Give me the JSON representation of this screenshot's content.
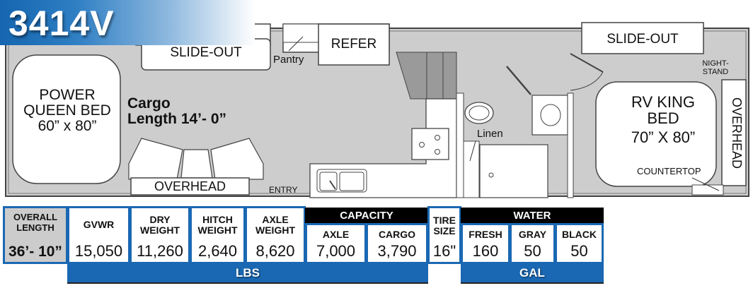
{
  "model": "3414V",
  "floorplan": {
    "front_bed": {
      "line1": "POWER",
      "line2": "QUEEN BED",
      "size": "60” x 80”"
    },
    "cargo": {
      "line1": "Cargo",
      "line2": "Length 14’- 0”"
    },
    "slide_out_left": "SLIDE-OUT",
    "slide_out_right": "SLIDE-OUT",
    "pantry": "Pantry",
    "refer": "REFER",
    "overhead_left": "OVERHEAD",
    "entry": "ENTRY",
    "linen": "Linen",
    "nightstand": {
      "line1": "NIGHT-",
      "line2": "STAND"
    },
    "rear_bed": {
      "line1": "RV KING",
      "line2": "BED",
      "size": "70” X 80”"
    },
    "overhead_right": "OVERHEAD",
    "countertop": "COUNTERTOP"
  },
  "specs": {
    "overall_length": {
      "label1": "OVERALL",
      "label2": "LENGTH",
      "value": "36’- 10”"
    },
    "gvwr": {
      "label": "GVWR",
      "value": "15,050"
    },
    "dry_weight": {
      "label1": "DRY",
      "label2": "WEIGHT",
      "value": "11,260"
    },
    "hitch_weight": {
      "label1": "HITCH",
      "label2": "WEIGHT",
      "value": "2,640"
    },
    "axle_weight": {
      "label1": "AXLE",
      "label2": "WEIGHT",
      "value": "8,620"
    },
    "capacity": {
      "header": "CAPACITY",
      "axle": {
        "label": "AXLE",
        "value": "7,000"
      },
      "cargo": {
        "label": "CARGO",
        "value": "3,790"
      }
    },
    "tire_size": {
      "label1": "TIRE",
      "label2": "SIZE",
      "value": "16\""
    },
    "water": {
      "header": "WATER",
      "fresh": {
        "label": "FRESH",
        "value": "160"
      },
      "gray": {
        "label": "GRAY",
        "value": "50"
      },
      "black": {
        "label": "BLACK",
        "value": "50"
      }
    },
    "lbs_unit": "LBS",
    "gal_unit": "GAL"
  },
  "colors": {
    "brand_blue": "#1a68b3",
    "floor_gray": "#cccccc",
    "cabinet_gray": "#999999"
  }
}
